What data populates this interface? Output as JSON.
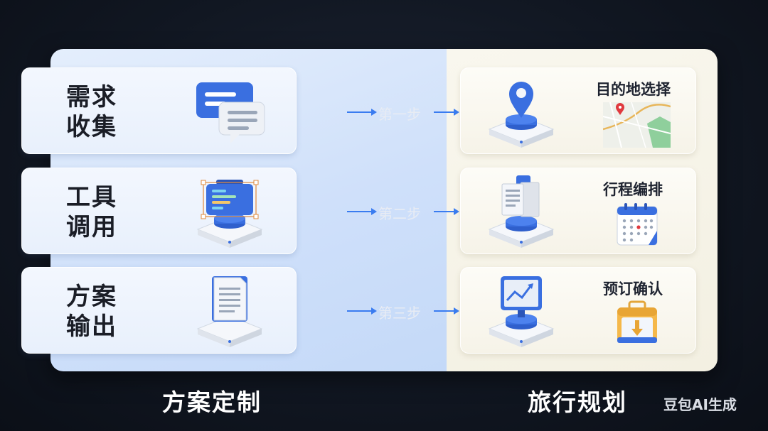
{
  "left_panel": {
    "caption": "方案定制",
    "cards": [
      {
        "title": "需求收集",
        "icon": "chat-bubbles-icon"
      },
      {
        "title": "工具调用",
        "icon": "toolbox-icon"
      },
      {
        "title": "方案输出",
        "icon": "document-icon"
      }
    ]
  },
  "steps": [
    "第一步",
    "第二步",
    "第三步"
  ],
  "right_panel": {
    "caption": "旅行规划",
    "cards": [
      {
        "title": "目的地选择",
        "icon": "map-pin-icon",
        "thumb": "map-icon"
      },
      {
        "title": "行程编排",
        "icon": "itinerary-sheets-icon",
        "thumb": "calendar-icon"
      },
      {
        "title": "预订确认",
        "icon": "monitor-chart-icon",
        "thumb": "suitcase-icon"
      }
    ]
  },
  "watermark": "豆包AI生成",
  "colors": {
    "accent_blue": "#3a6fe0",
    "left_bg": "#d4e4fa",
    "right_bg": "#f6f3e6",
    "dark_bg": "#111722"
  }
}
